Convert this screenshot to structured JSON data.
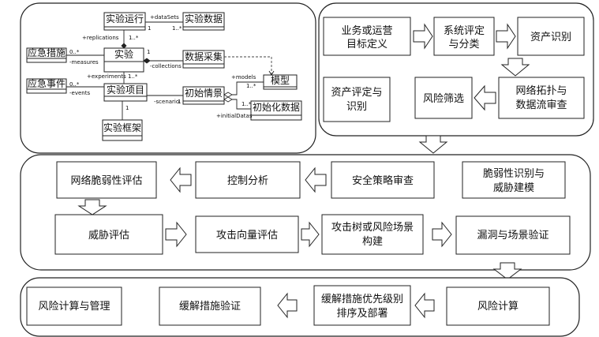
{
  "uml": {
    "classes": {
      "run": "实验运行",
      "data": "实验数据",
      "measures": "应急措施",
      "experiment": "实验",
      "collection": "数据采集",
      "events": "应急事件",
      "item": "实验项目",
      "scenario": "初始情景",
      "model": "模型",
      "init_data": "初始化数据",
      "framework": "实验框架"
    },
    "labels": {
      "datasets_role": "+dataSets",
      "one_a": "1",
      "one_many_a": "1..*",
      "replications_role": "+replications",
      "one_many_b": "1..*",
      "one_b": "1",
      "collections_role": "-collections",
      "zero_many_a": "0..*",
      "measures_role": "-measures",
      "experiments_role": "+experiments",
      "one_many_c": "1..*",
      "models_role": "+models",
      "one_many_d": "1..*",
      "zero_many_b": "0..*",
      "events_role": "-events",
      "scenario_role": "-scenario",
      "one_c": "1",
      "one_many_e": "1..*",
      "initialdatas_role": "+initialDatas",
      "one_d": "1"
    }
  },
  "stage1": {
    "goal": [
      "业务或运营",
      "目标定义"
    ],
    "classify": [
      "系统评定",
      "与分类"
    ],
    "asset_id": "资产识别",
    "asset_eval": [
      "资产评定与",
      "识别"
    ],
    "screen": "风险筛选",
    "topology": [
      "网络拓扑与",
      "数据流审查"
    ]
  },
  "stage2": {
    "vuln_eval": "网络脆弱性评估",
    "control": "控制分析",
    "policy": "安全策略审查",
    "threat_model": [
      "脆弱性识别与",
      "威胁建模"
    ],
    "threat_eval": "威胁评估",
    "vector": "攻击向量评估",
    "attack_tree": [
      "攻击树或风险场景",
      "构建"
    ],
    "validate": "漏洞与场景验证"
  },
  "stage3": {
    "manage": "风险计算与管理",
    "mitigation_verify": "缓解措施验证",
    "priority": [
      "缓解措施优先级别",
      "排序及部署"
    ],
    "calc": "风险计算"
  }
}
